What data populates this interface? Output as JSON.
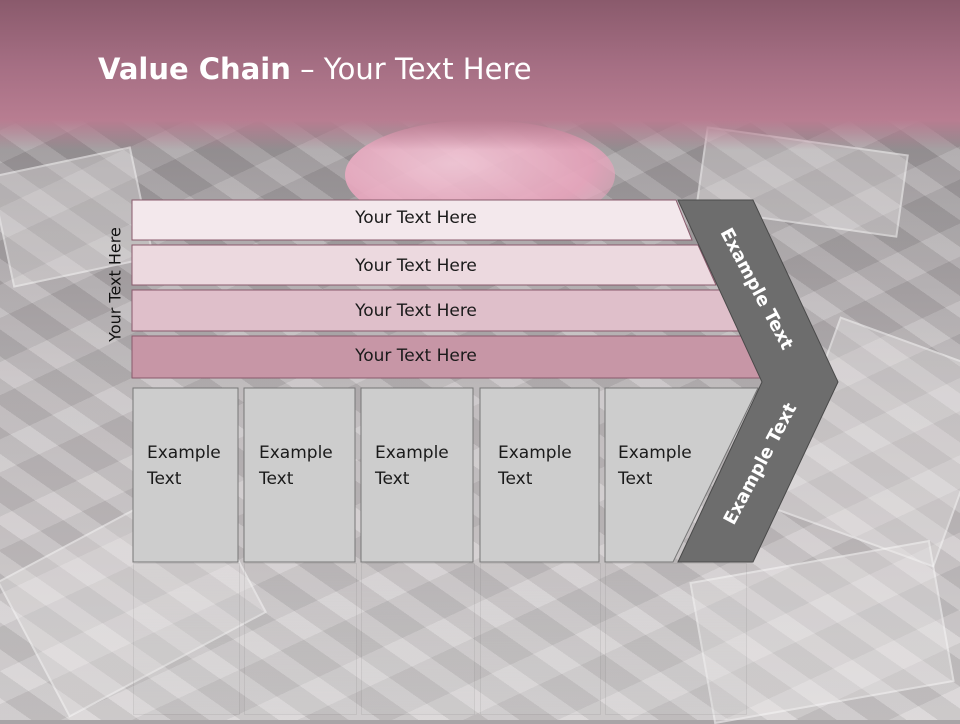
{
  "slide": {
    "title_bold": "Value Chain",
    "title_rest": " – Your Text Here",
    "side_label": "Your Text Here",
    "bands": [
      "Your Text Here",
      "Your Text Here",
      "Your Text Here",
      "Your Text Here"
    ],
    "boxes": [
      {
        "line1": "Example",
        "line2": "Text"
      },
      {
        "line1": "Example",
        "line2": "Text"
      },
      {
        "line1": "Example",
        "line2": "Text"
      },
      {
        "line1": "Example",
        "line2": "Text"
      },
      {
        "line1": "Example",
        "line2": "Text"
      }
    ],
    "arrow_top_label": "Example Text",
    "arrow_bottom_label": "Example Text"
  },
  "colors": {
    "header": "#a66f84",
    "band_1": "#f3e8ec",
    "band_2": "#ecd9df",
    "band_3": "#dfbfca",
    "band_4": "#c796a6",
    "box_fill": "#cdcdcd",
    "arrow": "#6d6d6d"
  }
}
